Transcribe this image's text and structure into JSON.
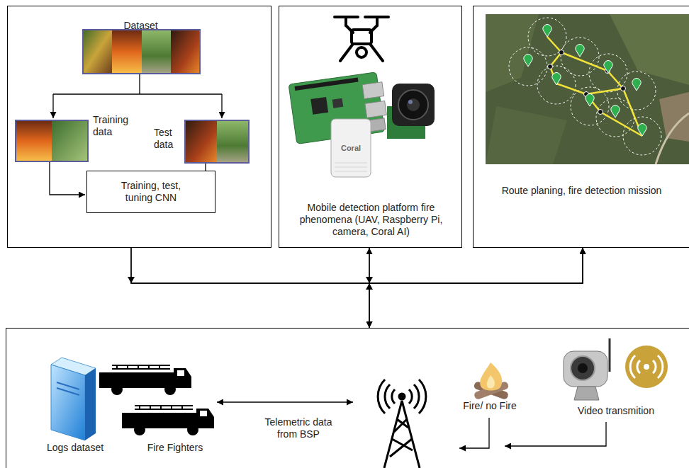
{
  "diagram": {
    "nodes": [
      {
        "text": [
          "Dataset",
          "Training data",
          "Test data"
        ]
      },
      {
        "text": [
          "Training, test, tuning CNN"
        ],
        "in": 0
      },
      {
        "text": [
          "Mobile detection platform fire phenomena (UAV, Raspberry Pi, camera, Coral AI)"
        ]
      },
      {
        "text": [
          "Route planing, fire detection mission"
        ]
      },
      {
        "text": [
          "Logs dataset",
          "Fire Fighters",
          "Telemetric data from BSP",
          "Fire/ no Fire",
          "Video transmition"
        ]
      }
    ],
    "edges": [
      {
        "from": 0,
        "to": 3,
        "arrow": "to"
      },
      {
        "from": 0,
        "to": 4,
        "arrow": "to"
      },
      {
        "from": 2,
        "to": 3,
        "arrow": "to"
      },
      {
        "from": 2,
        "to": 4,
        "arrow": "both"
      },
      {
        "from": 4,
        "to": 3,
        "arrow": "to"
      }
    ],
    "labels": [
      "Coral"
    ]
  }
}
